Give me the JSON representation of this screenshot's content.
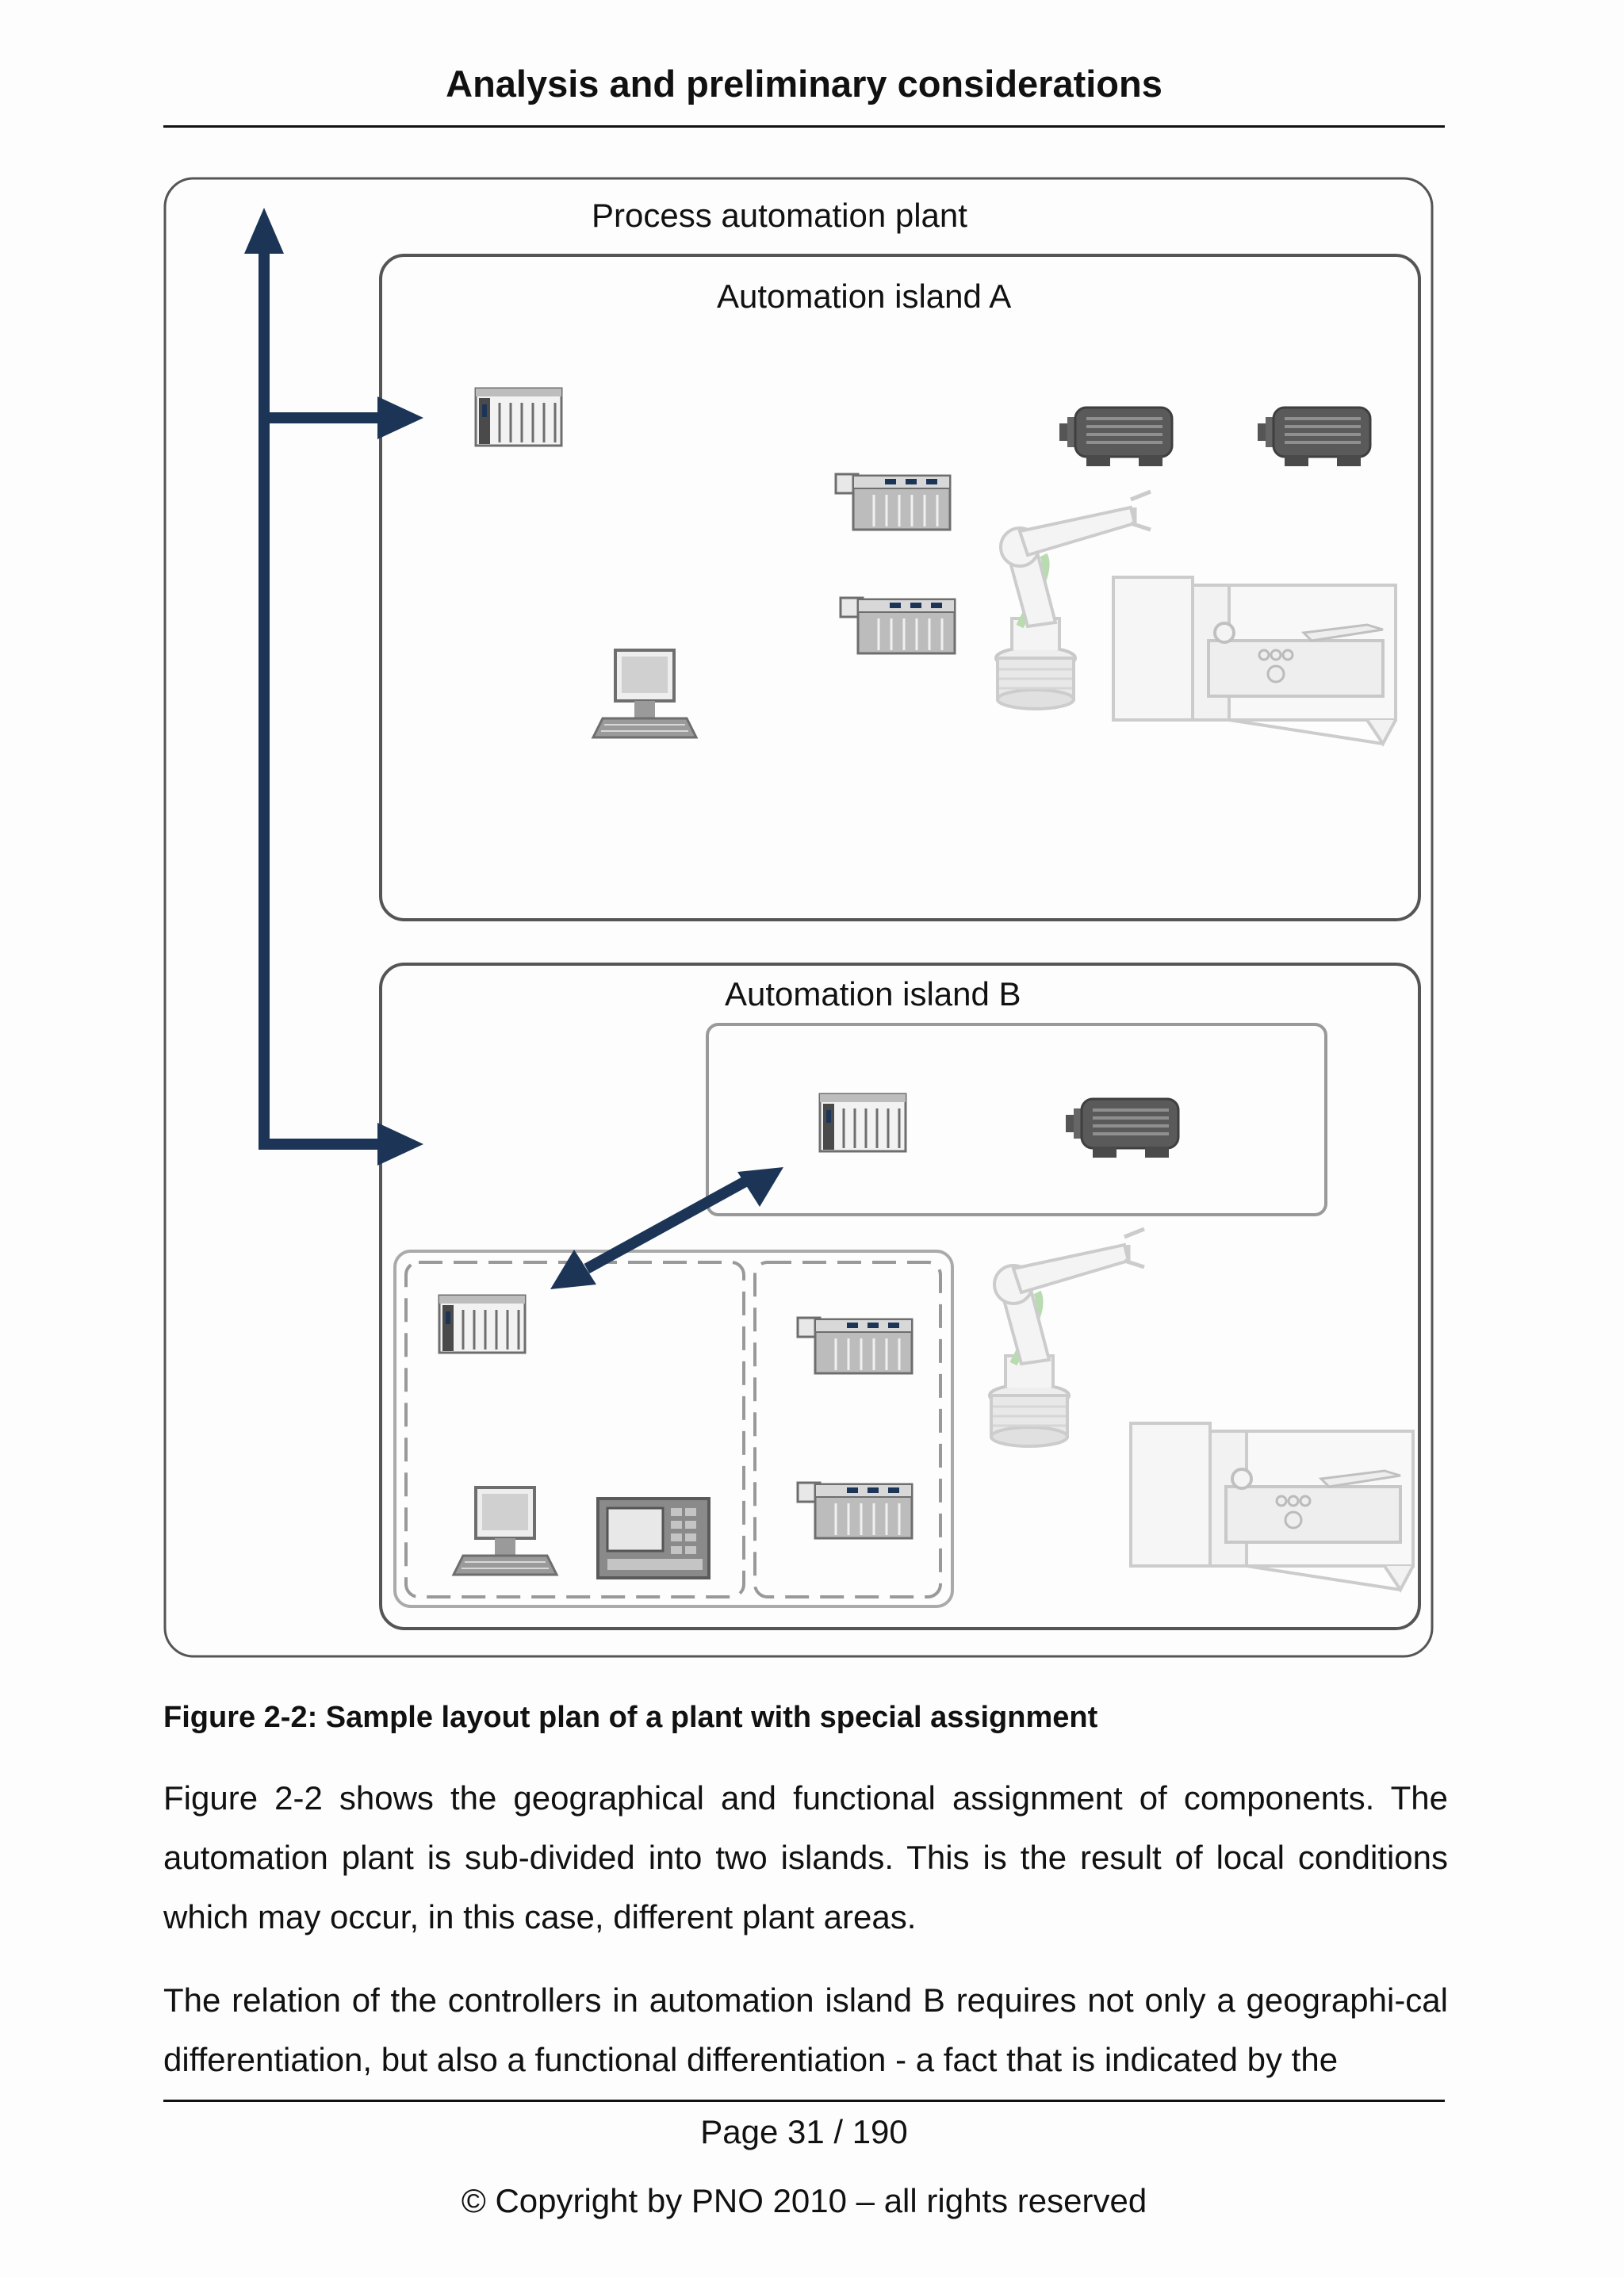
{
  "header": {
    "title": "Analysis and preliminary considerations"
  },
  "diagram": {
    "plant_label": "Process automation plant",
    "island_a_label": "Automation island A",
    "island_b_label": "Automation island B",
    "colors": {
      "arrow": "#1c3557",
      "frame": "#555555",
      "device": "#8a8a8a"
    },
    "icons": [
      "plc-rack-icon",
      "io-station-icon",
      "motor-icon",
      "robot-arm-icon",
      "machine-tool-icon",
      "workstation-icon",
      "operator-panel-icon"
    ]
  },
  "caption": "Figure 2-2: Sample layout plan of a plant with special assignment",
  "paragraphs": [
    "Figure 2-2 shows the geographical and functional assignment of components. The automation plant is sub-divided into two islands. This is the result of local conditions which may occur, in this case, different plant areas.",
    "The relation of the controllers in automation island B requires not only a geographi-cal differentiation, but also a functional differentiation - a fact that is indicated by the"
  ],
  "footer": {
    "page": "Page 31 / 190",
    "copyright": "© Copyright by PNO 2010 – all rights reserved"
  }
}
